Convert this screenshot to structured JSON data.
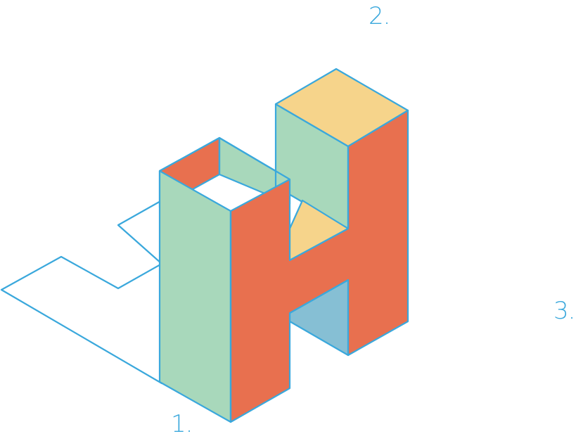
{
  "figure": {
    "labels": {
      "one": "1.",
      "two": "2.",
      "three": "3."
    },
    "colors": {
      "outline": "#3aa8dc",
      "front_face": "#e8704f",
      "side_face": "#a8d8bb",
      "top_face": "#f6d48b",
      "shadow_face": "#86bfd4",
      "background": "#ffffff"
    },
    "shape": "isometric-letter-H",
    "shadow": "outline-only"
  }
}
